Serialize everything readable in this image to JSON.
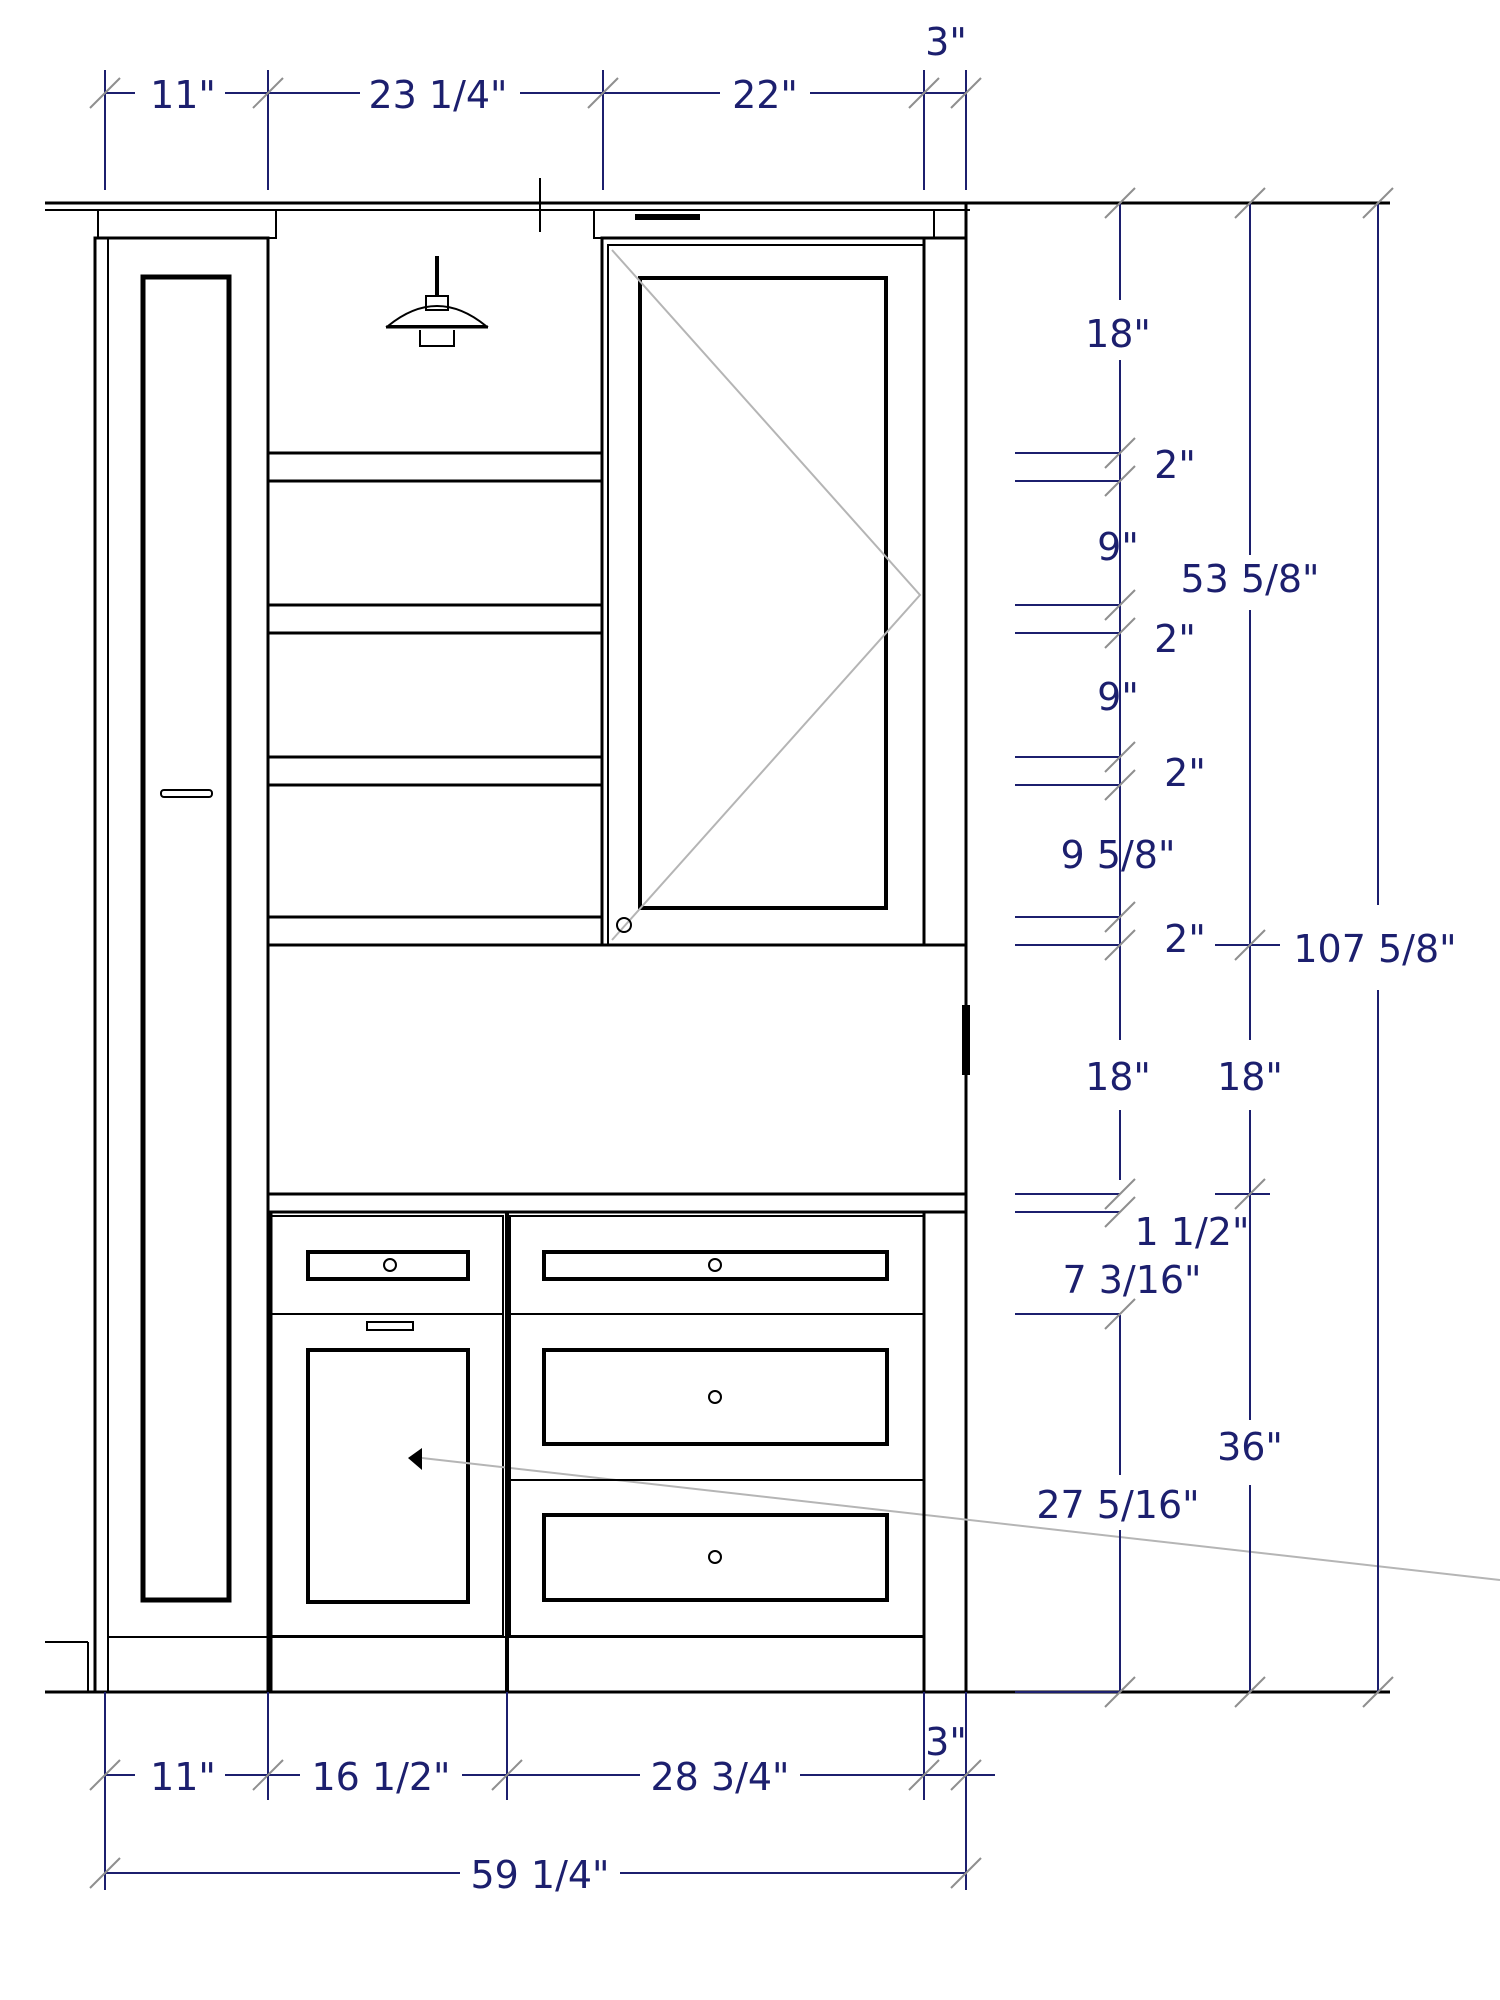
{
  "top_dimensions": [
    "11\"",
    "23 1/4\"",
    "22\"",
    "3\""
  ],
  "bottom_dimensions": [
    "11\"",
    "16 1/2\"",
    "28 3/4\"",
    "3\""
  ],
  "overall_width": "59 1/4\"",
  "right_column_dimensions": [
    "18\"",
    "2\"",
    "9\"",
    "2\"",
    "9\"",
    "2\"",
    "9 5/8\"",
    "2\"",
    "18\"",
    "1 1/2\"",
    "7 3/16\"",
    "27 5/16\""
  ],
  "middle_column_dimensions": [
    "53 5/8\"",
    "18\"",
    "36\""
  ],
  "overall_height": "107 5/8\"",
  "colors": {
    "dimension": "#1c1f6e",
    "outline": "#000000",
    "tick": "#8f8f8f"
  }
}
